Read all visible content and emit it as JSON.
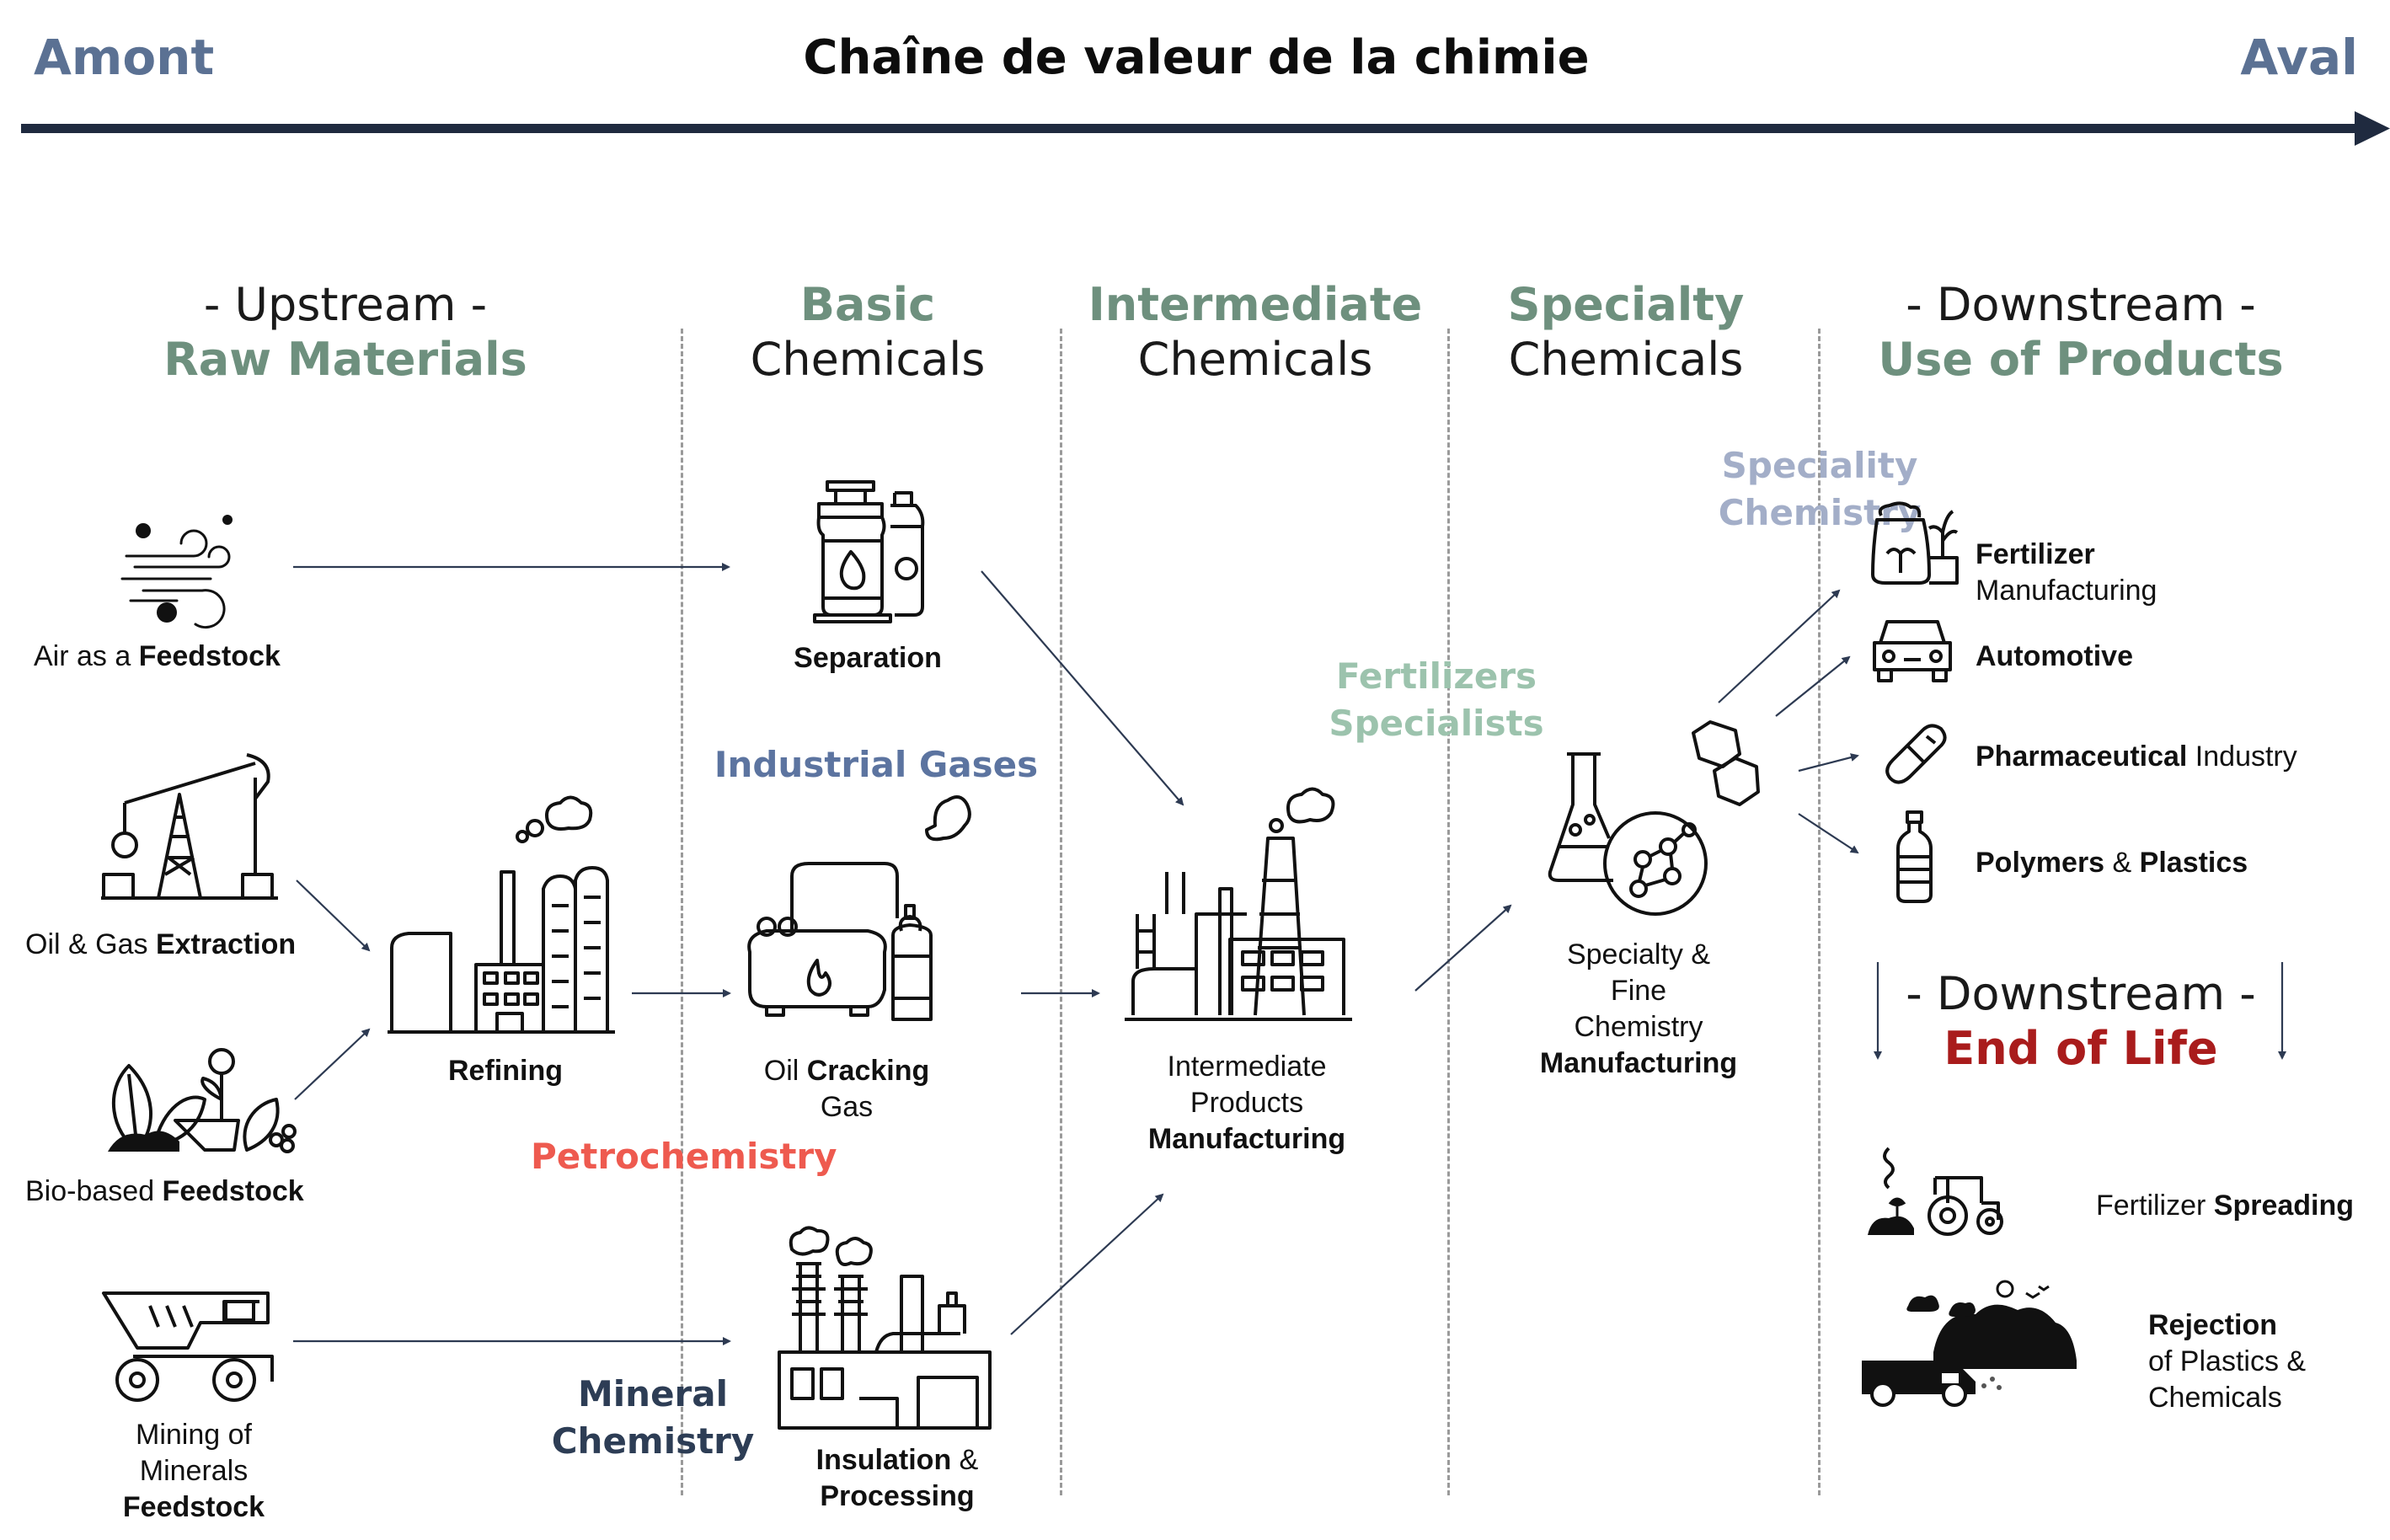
{
  "header": {
    "left": "Amont",
    "title": "Chaîne de valeur de la chimie",
    "right": "Aval"
  },
  "columns": {
    "upstream": {
      "line1": "- Upstream -",
      "line2": "Raw Materials"
    },
    "basic": {
      "line1": "Basic",
      "line2": "Chemicals"
    },
    "intermediate": {
      "line1": "Intermediate",
      "line2": "Chemicals"
    },
    "specialty": {
      "line1": "Specialty",
      "line2": "Chemicals"
    },
    "downstream": {
      "line1": "- Downstream -",
      "line2": "Use of Products"
    }
  },
  "raw_materials": [
    {
      "text": "Air as a ",
      "bold": "Feedstock",
      "icon": "wind-icon"
    },
    {
      "text": "Oil & Gas ",
      "bold": "Extraction",
      "icon": "oil-pump-icon"
    },
    {
      "text": "Bio-based ",
      "bold": "Feedstock",
      "icon": "plants-icon"
    },
    {
      "line1": "Mining of",
      "line2": "Minerals",
      "bold": "Feedstock",
      "icon": "mining-truck-icon"
    }
  ],
  "refining": {
    "label": "Refining",
    "icon": "refinery-icon"
  },
  "basic_nodes": {
    "separation": {
      "label": "Separation",
      "icon": "gas-cylinders-icon"
    },
    "cracking": {
      "pre": "Oil ",
      "bold": "Cracking",
      "post": "Gas",
      "icon": "gas-tank-icon"
    },
    "insulation": {
      "bold1": "Insulation",
      "post1": " &",
      "bold2": "Processing",
      "icon": "processing-plant-icon"
    }
  },
  "intermediate_node": {
    "line1": "Intermediate",
    "line2": "Products",
    "bold": "Manufacturing",
    "icon": "factory-icon"
  },
  "specialty_node": {
    "line1": "Specialty &",
    "line2": "Fine",
    "line3": "Chemistry",
    "bold": "Manufacturing",
    "icon": "lab-flask-icon"
  },
  "categories": {
    "industrial_gases": "Industrial Gases",
    "petrochemistry": "Petrochemistry",
    "mineral_line1": "Mineral",
    "mineral_line2": "Chemistry",
    "fertilizers_line1": "Fertilizers",
    "fertilizers_line2": "Specialists",
    "speciality": "Speciality Chemistry"
  },
  "uses": [
    {
      "bold": "Fertilizer",
      "line2": "Manufacturing",
      "icon": "fertilizer-bag-icon"
    },
    {
      "bold": "Automotive",
      "icon": "car-icon"
    },
    {
      "bold": "Pharmaceutical",
      "text": " Industry",
      "icon": "capsule-icon"
    },
    {
      "bold": "Polymers",
      "text": " & ",
      "bold2": "Plastics",
      "icon": "bottle-icon"
    }
  ],
  "end_of_life_header": {
    "line1": "- Downstream -",
    "line2": "End of Life"
  },
  "end_of_life": [
    {
      "text": "Fertilizer ",
      "bold": "Spreading",
      "icon": "tractor-icon"
    },
    {
      "bold": "Rejection",
      "line2": "of Plastics &",
      "line3": "Chemicals",
      "icon": "garbage-truck-icon"
    }
  ],
  "colors": {
    "header_blue": "#5b7193",
    "green": "#6e907e",
    "industrial_gases": "#5c74a0",
    "petrochemistry": "#ee5a4f",
    "mineral": "#2d3d55",
    "fertilizers": "#9cc3ad",
    "speciality": "#a3aec8",
    "end_of_life": "#a91c1c",
    "arrow": "#2d3a52"
  }
}
